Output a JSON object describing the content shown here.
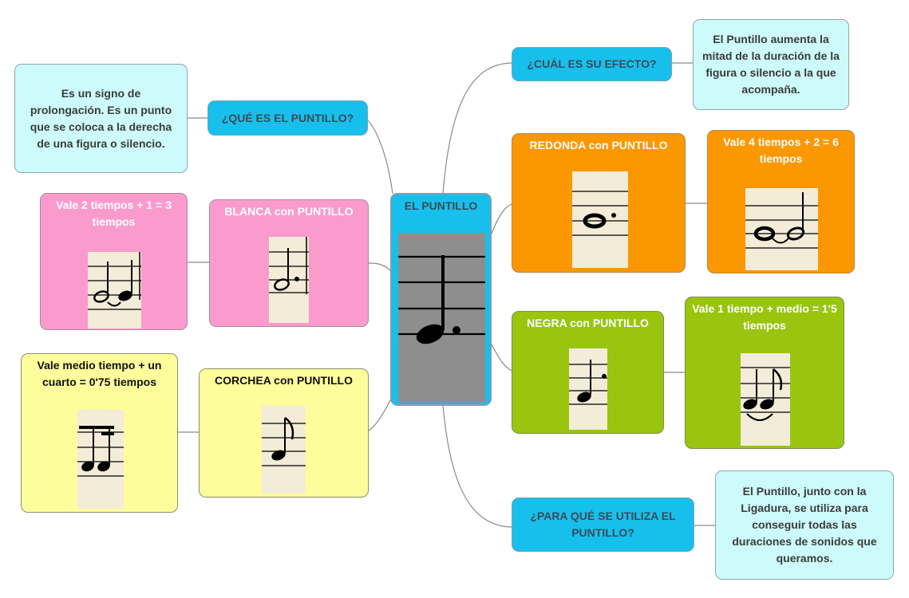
{
  "center": {
    "title": "EL PUNTILLO"
  },
  "que_es": {
    "question": "¿QUÉ ES EL PUNTILLO?",
    "answer": "Es un signo de prolongación. Es un punto que se coloca a la derecha de una figura o silencio."
  },
  "efecto": {
    "question": "¿CUÁL ES SU EFECTO?",
    "answer": "El Puntillo aumenta la mitad de la duración de la figura o silencio a la que acompaña."
  },
  "utiliza": {
    "question": "¿PARA QUÉ SE UTILIZA EL PUNTILLO?",
    "answer": "El Puntillo, junto con la Ligadura, se utiliza para conseguir todas las duraciones de sonidos que queramos."
  },
  "redonda": {
    "label": "REDONDA con PUNTILLO",
    "value": "Vale 4 tiempos + 2 = 6 tiempos"
  },
  "blanca": {
    "label": "BLANCA con PUNTILLO",
    "value": "Vale 2 tiempos + 1 = 3 tiempos"
  },
  "negra": {
    "label": "NEGRA con PUNTILLO",
    "value": "Vale 1 tiempo + medio = 1'5 tiempos"
  },
  "corchea": {
    "label": "CORCHEA con PUNTILLO",
    "value": "Vale medio tiempo + un cuarto = 0'75 tiempos"
  },
  "colors": {
    "center": "#17c0ec",
    "question": "#17c0ec",
    "answer": "#cdfafb",
    "redonda": "#fb9700",
    "blanca": "#fb9bcd",
    "negra": "#99c50f",
    "corchea": "#fdfd9c",
    "note_paper": "#f3ecd8",
    "center_picture": "#8e8e8e"
  }
}
